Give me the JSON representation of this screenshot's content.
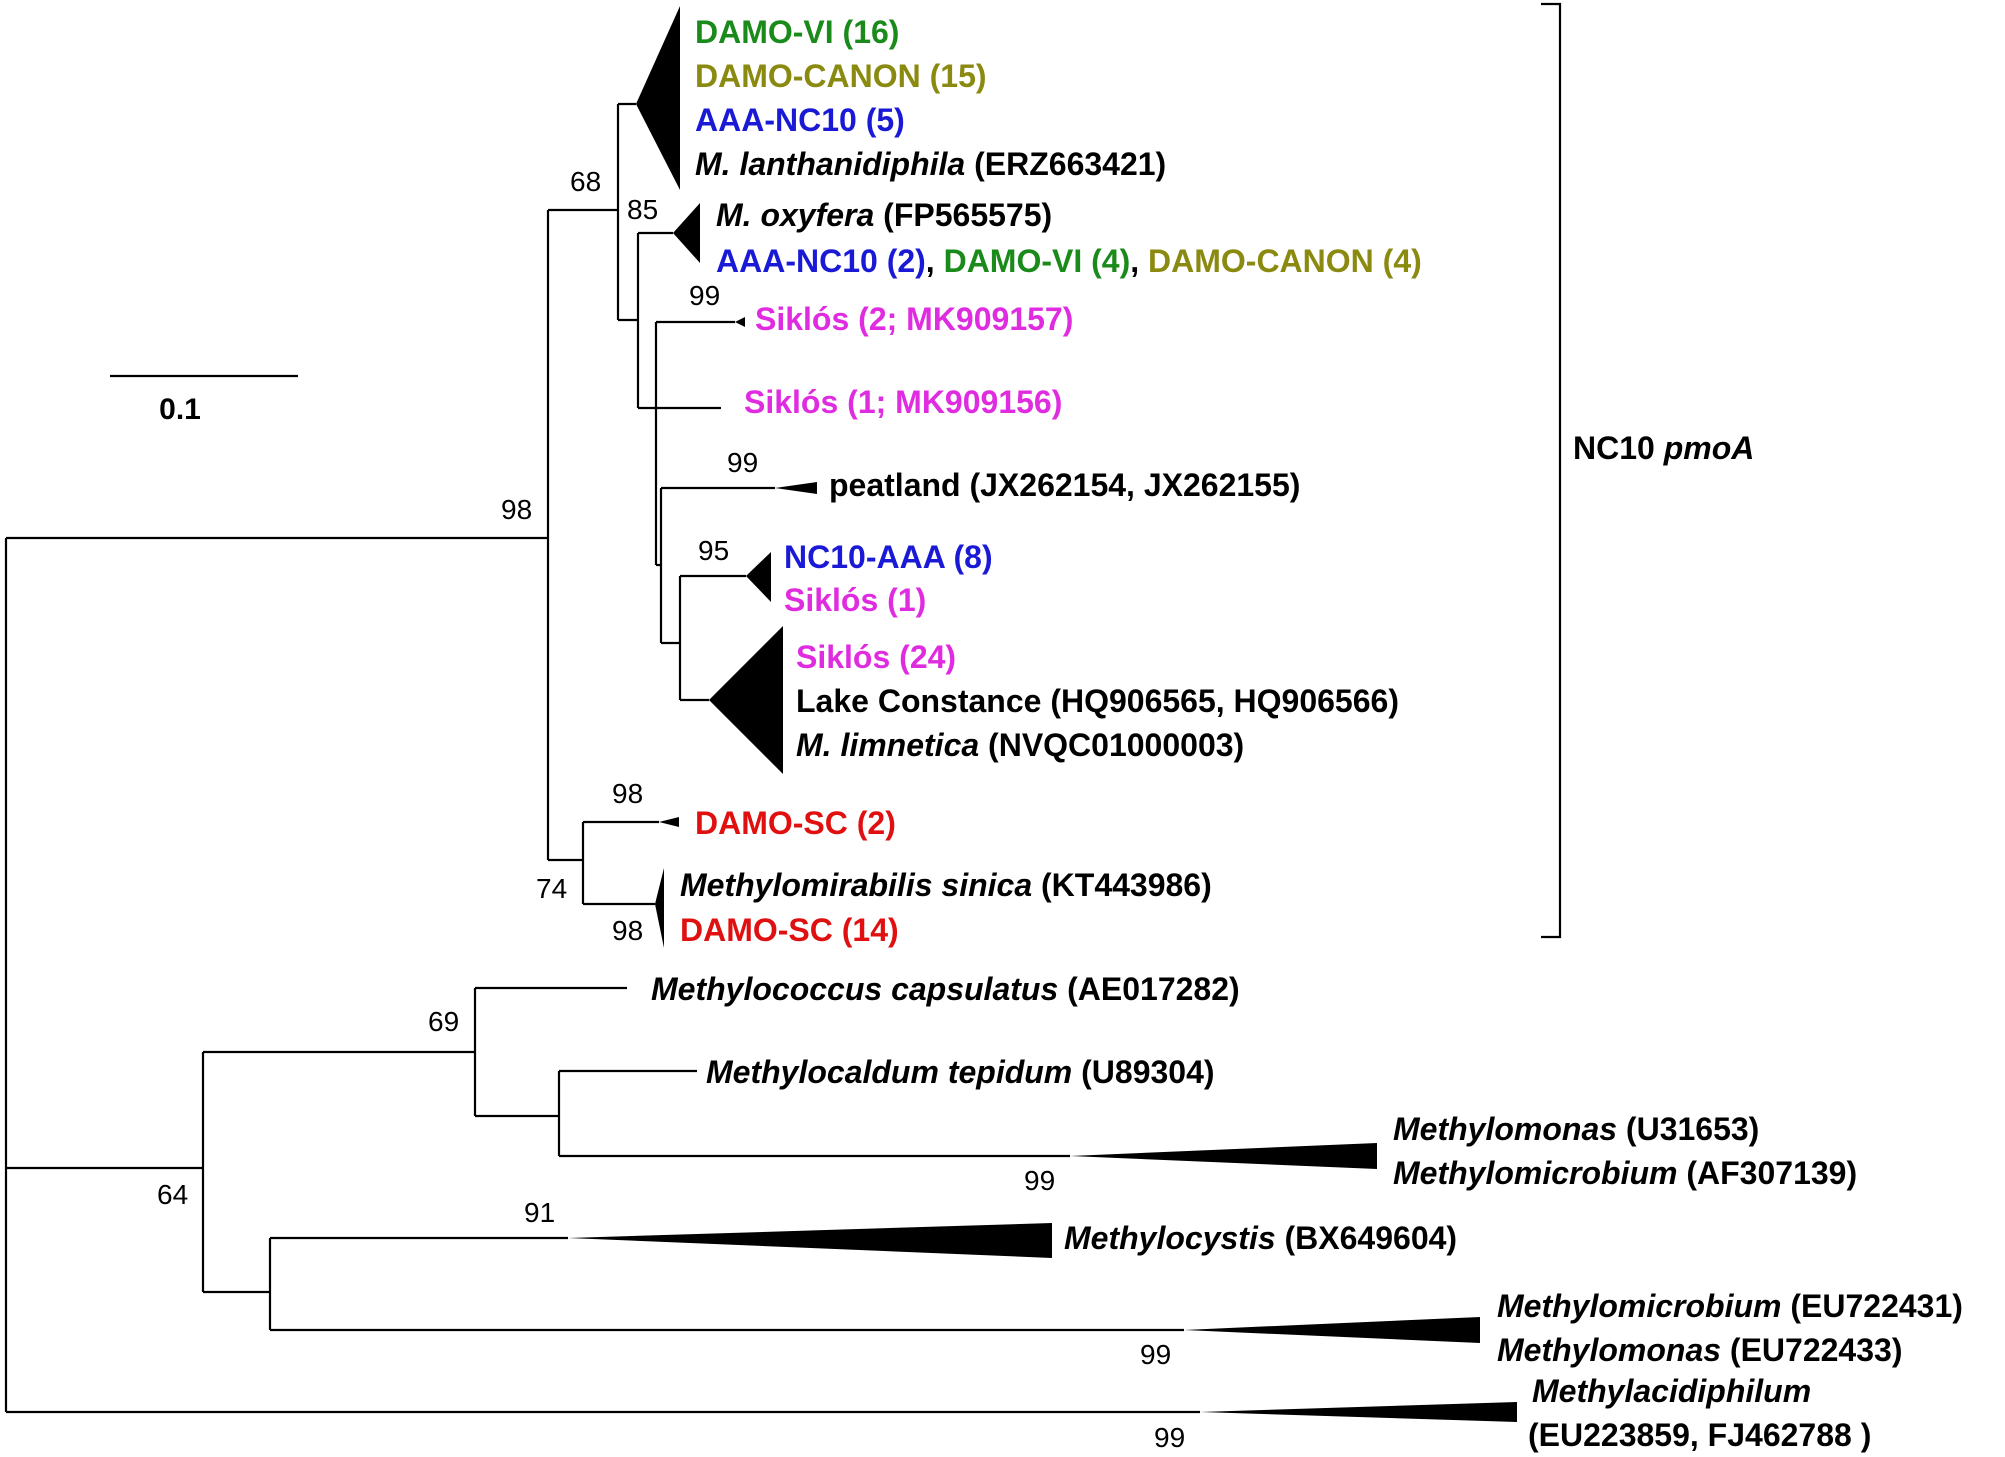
{
  "colors": {
    "green": "#1a8a1a",
    "olive": "#8a8a10",
    "blue": "#1a1ad6",
    "magenta": "#e02ce0",
    "red": "#e01010",
    "black": "#000000"
  },
  "scale_bar": {
    "label": "0.1"
  },
  "group": {
    "label_plain": "NC10 ",
    "label_italic": "pmoA"
  },
  "bootstrap": {
    "b68": "68",
    "b85": "85",
    "b99a": "99",
    "b98": "98",
    "b99b": "99",
    "b95": "95",
    "b98b": "98",
    "b74": "74",
    "b98c": "98",
    "b69": "69",
    "b64": "64",
    "b99c": "99",
    "b91": "91",
    "b99d": "99",
    "b99e": "99"
  },
  "labels": [
    {
      "id": "damo-vi-16",
      "parts": [
        {
          "t": "DAMO-VI (16)",
          "c": "green"
        }
      ]
    },
    {
      "id": "damo-canon-15",
      "parts": [
        {
          "t": "DAMO-CANON (15)",
          "c": "olive"
        }
      ]
    },
    {
      "id": "aaa-nc10-5",
      "parts": [
        {
          "t": "AAA-NC10 (5)",
          "c": "blue"
        }
      ]
    },
    {
      "id": "m-lanthanidiphila",
      "parts": [
        {
          "t": "M. lanthanidiphila",
          "i": true
        },
        {
          "t": " (ERZ663421)"
        }
      ]
    },
    {
      "id": "m-oxyfera",
      "parts": [
        {
          "t": "M. oxyfera",
          "i": true
        },
        {
          "t": " (FP565575)"
        }
      ]
    },
    {
      "id": "aaa-nc10-2",
      "parts": [
        {
          "t": "AAA-NC10 (2)",
          "c": "blue"
        },
        {
          "t": ", "
        },
        {
          "t": "DAMO-VI (4)",
          "c": "green"
        },
        {
          "t": ", "
        },
        {
          "t": "DAMO-CANON (4)",
          "c": "olive"
        }
      ]
    },
    {
      "id": "siklos-2",
      "parts": [
        {
          "t": "Siklós (2; MK909157)",
          "c": "magenta"
        }
      ]
    },
    {
      "id": "siklos-1-mk",
      "parts": [
        {
          "t": "Siklós (1; MK909156)",
          "c": "magenta"
        }
      ]
    },
    {
      "id": "peatland",
      "parts": [
        {
          "t": "peatland (JX262154, JX262155)"
        }
      ]
    },
    {
      "id": "nc10-aaa-8",
      "parts": [
        {
          "t": "NC10-AAA (8)",
          "c": "blue"
        }
      ]
    },
    {
      "id": "siklos-1",
      "parts": [
        {
          "t": "Siklós (1)",
          "c": "magenta"
        }
      ]
    },
    {
      "id": "siklos-24",
      "parts": [
        {
          "t": "Siklós (24)",
          "c": "magenta"
        }
      ]
    },
    {
      "id": "lake-constance",
      "parts": [
        {
          "t": "Lake Constance (HQ906565, HQ906566)"
        }
      ]
    },
    {
      "id": "m-limnetica",
      "parts": [
        {
          "t": "M. limnetica",
          "i": true
        },
        {
          "t": " (NVQC01000003)"
        }
      ]
    },
    {
      "id": "damo-sc-2",
      "parts": [
        {
          "t": "DAMO-SC (2)",
          "c": "red"
        }
      ]
    },
    {
      "id": "methylomirabilis-sinica",
      "parts": [
        {
          "t": "Methylomirabilis sinica",
          "i": true
        },
        {
          "t": " (KT443986)"
        }
      ]
    },
    {
      "id": "damo-sc-14",
      "parts": [
        {
          "t": "DAMO-SC (14)",
          "c": "red"
        }
      ]
    },
    {
      "id": "methylococcus-capsulatus",
      "parts": [
        {
          "t": "Methylococcus capsulatus",
          "i": true
        },
        {
          "t": " (AE017282)"
        }
      ]
    },
    {
      "id": "methylocaldum-tepidum",
      "parts": [
        {
          "t": "Methylocaldum tepidum",
          "i": true
        },
        {
          "t": " (U89304)"
        }
      ]
    },
    {
      "id": "methylomonas-u31653",
      "parts": [
        {
          "t": "Methylomonas",
          "i": true
        },
        {
          "t": " (U31653)"
        }
      ]
    },
    {
      "id": "methylomicrobium-af307139",
      "parts": [
        {
          "t": "Methylomicrobium",
          "i": true
        },
        {
          "t": " (AF307139)"
        }
      ]
    },
    {
      "id": "methylocystis",
      "parts": [
        {
          "t": "Methylocystis",
          "i": true
        },
        {
          "t": " (BX649604)"
        }
      ]
    },
    {
      "id": "methylomicrobium-eu722431",
      "parts": [
        {
          "t": "Methylomicrobium",
          "i": true
        },
        {
          "t": " (EU722431)"
        }
      ]
    },
    {
      "id": "methylomonas-eu722433",
      "parts": [
        {
          "t": "Methylomonas",
          "i": true
        },
        {
          "t": " (EU722433)"
        }
      ]
    },
    {
      "id": "methylacidiphilum",
      "parts": [
        {
          "t": "Methylacidiphilum",
          "i": true
        }
      ]
    },
    {
      "id": "methylacidiphilum-acc",
      "parts": [
        {
          "t": "(EU223859, FJ462788 )"
        }
      ]
    }
  ]
}
